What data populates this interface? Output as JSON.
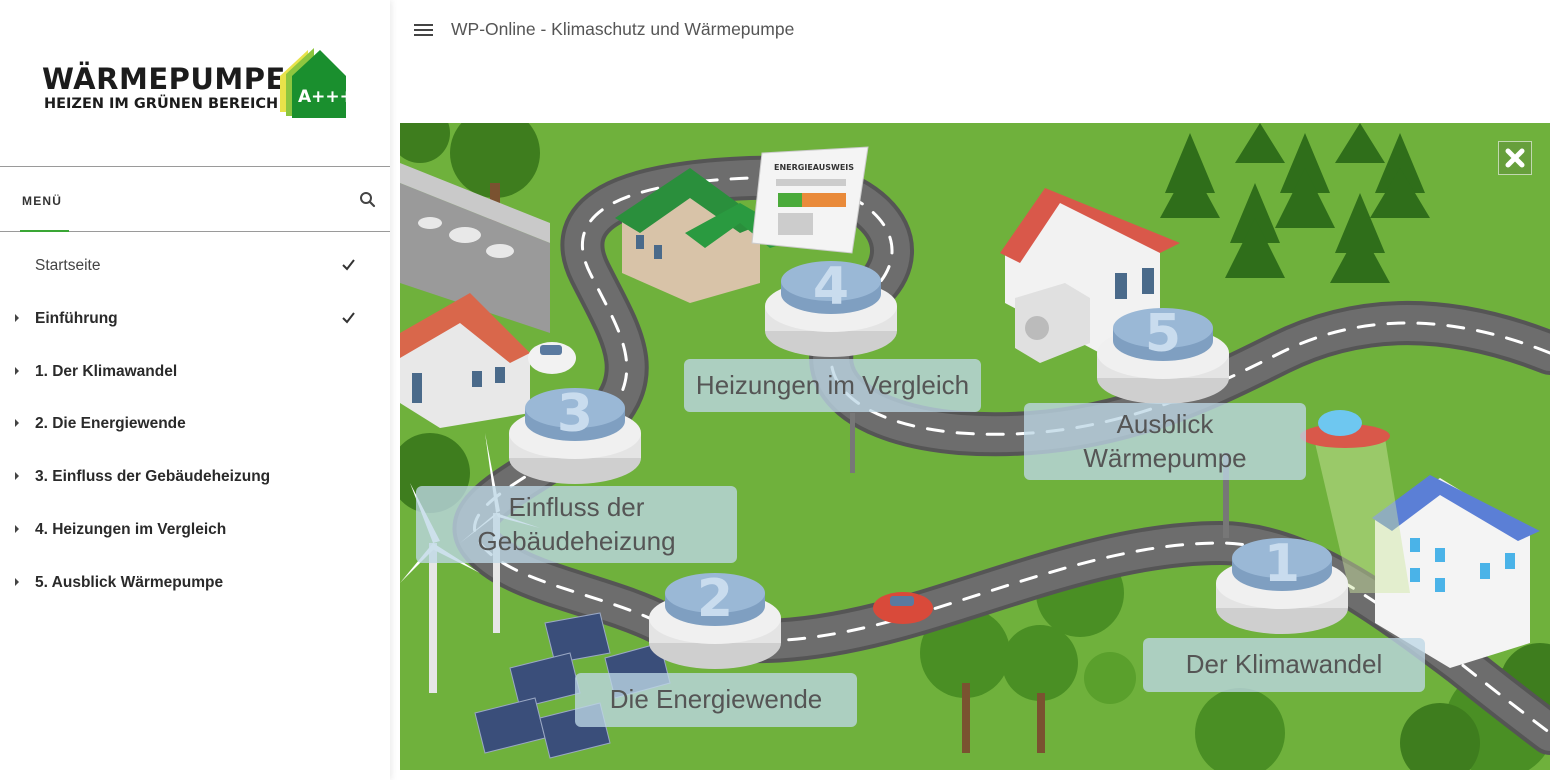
{
  "logo": {
    "title": "WÄRMEPUMPE",
    "subtitle": "HEIZEN IM GRÜNEN BEREICH",
    "badge": "A+++",
    "colors": {
      "green_dark": "#1a8f2e",
      "green_light": "#8dc63f",
      "yellow": "#e8e24a"
    }
  },
  "menu": {
    "label": "MENÜ",
    "search_icon": "search-icon",
    "accent": "#3aa635"
  },
  "nav": [
    {
      "label": "Startseite",
      "expandable": false,
      "checked": true
    },
    {
      "label": "Einführung",
      "expandable": true,
      "checked": true
    },
    {
      "label": "1. Der Klimawandel",
      "expandable": true,
      "checked": false
    },
    {
      "label": "2. Die Energiewende",
      "expandable": true,
      "checked": false
    },
    {
      "label": "3. Einfluss der Gebäudeheizung",
      "expandable": true,
      "checked": false
    },
    {
      "label": "4. Heizungen im Vergleich",
      "expandable": true,
      "checked": false
    },
    {
      "label": "5. Ausblick Wärmepumpe",
      "expandable": true,
      "checked": false
    }
  ],
  "header": {
    "title": "WP-Online - Klimaschutz und Wärmepumpe",
    "menu_icon": "hamburger-icon"
  },
  "map": {
    "close_icon": "close-icon",
    "sign_text": "ENERGIEAUSWEIS",
    "stations": [
      {
        "number": "1",
        "label": "Der Klimawandel"
      },
      {
        "number": "2",
        "label": "Die Energiewende"
      },
      {
        "number": "3",
        "label_line1": "Einfluss der",
        "label_line2": "Gebäudeheizung"
      },
      {
        "number": "4",
        "label": "Heizungen im Vergleich"
      },
      {
        "number": "5",
        "label_line1": "Ausblick",
        "label_line2": "Wärmepumpe"
      }
    ],
    "colors": {
      "grass": "#6fb13c",
      "road": "#6d6d6d",
      "road_edge": "#555555",
      "platform": "#e4e4e4",
      "platform_top": "#9ab8d6"
    }
  }
}
